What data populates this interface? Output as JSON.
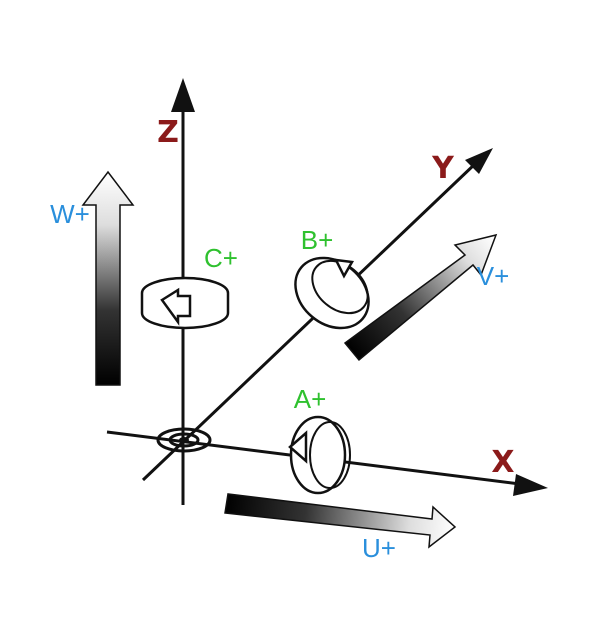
{
  "axes": {
    "x": {
      "label": "X"
    },
    "y": {
      "label": "Y"
    },
    "z": {
      "label": "Z"
    }
  },
  "linear": {
    "u": {
      "label": "U+"
    },
    "v": {
      "label": "V+"
    },
    "w": {
      "label": "W+"
    }
  },
  "rotary": {
    "a": {
      "label": "A+"
    },
    "b": {
      "label": "B+"
    },
    "c": {
      "label": "C+"
    }
  },
  "colors": {
    "axis_label": "#8b1a1a",
    "linear_label": "#2a8fdc",
    "rotary_label": "#2fc12f",
    "stroke": "#111111"
  }
}
